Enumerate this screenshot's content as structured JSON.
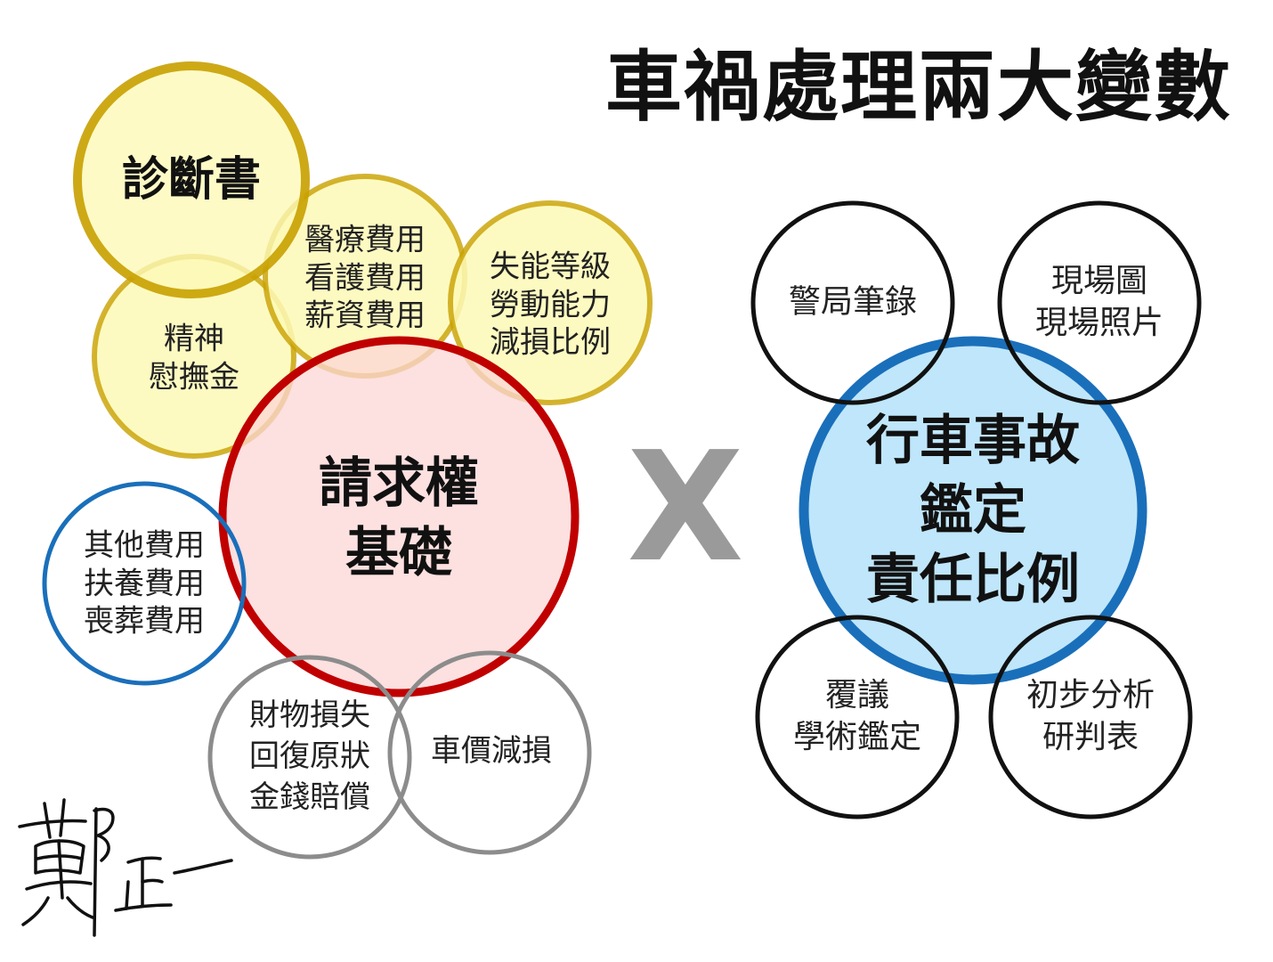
{
  "title": "車禍處理兩大變數",
  "operator": "X",
  "signature": "鄭正一",
  "colors": {
    "gold_stroke": "#c8a000",
    "gold_fill": "#fdf9b6",
    "red_stroke": "#c00000",
    "red_fill": "#fcd5d5",
    "blue_stroke": "#1a6fba",
    "blue_fill": "#bfe6fa",
    "gray_stroke": "#8c8c8c",
    "black_stroke": "#111111"
  },
  "left_group": {
    "diagnosis": {
      "lines": [
        "診斷書"
      ]
    },
    "medical": {
      "lines": [
        "醫療費用",
        "看護費用",
        "薪資費用"
      ]
    },
    "disability": {
      "lines": [
        "失能等級",
        "勞動能力",
        "減損比例"
      ]
    },
    "solatium": {
      "lines": [
        "精神",
        "慰撫金"
      ]
    },
    "claim": {
      "lines": [
        "請求權",
        "基礎"
      ]
    },
    "other_costs": {
      "lines": [
        "其他費用",
        "扶養費用",
        "喪葬費用"
      ]
    },
    "property": {
      "lines": [
        "財物損失",
        "回復原狀",
        "金錢賠償"
      ]
    },
    "depreciation": {
      "lines": [
        "車價減損"
      ]
    }
  },
  "right_group": {
    "police": {
      "lines": [
        "警局筆錄"
      ]
    },
    "scene": {
      "lines": [
        "現場圖",
        "現場照片"
      ]
    },
    "appraisal": {
      "lines": [
        "行車事故",
        "鑑定",
        "責任比例"
      ]
    },
    "review": {
      "lines": [
        "覆議",
        "學術鑑定"
      ]
    },
    "analysis": {
      "lines": [
        "初步分析",
        "研判表"
      ]
    }
  }
}
